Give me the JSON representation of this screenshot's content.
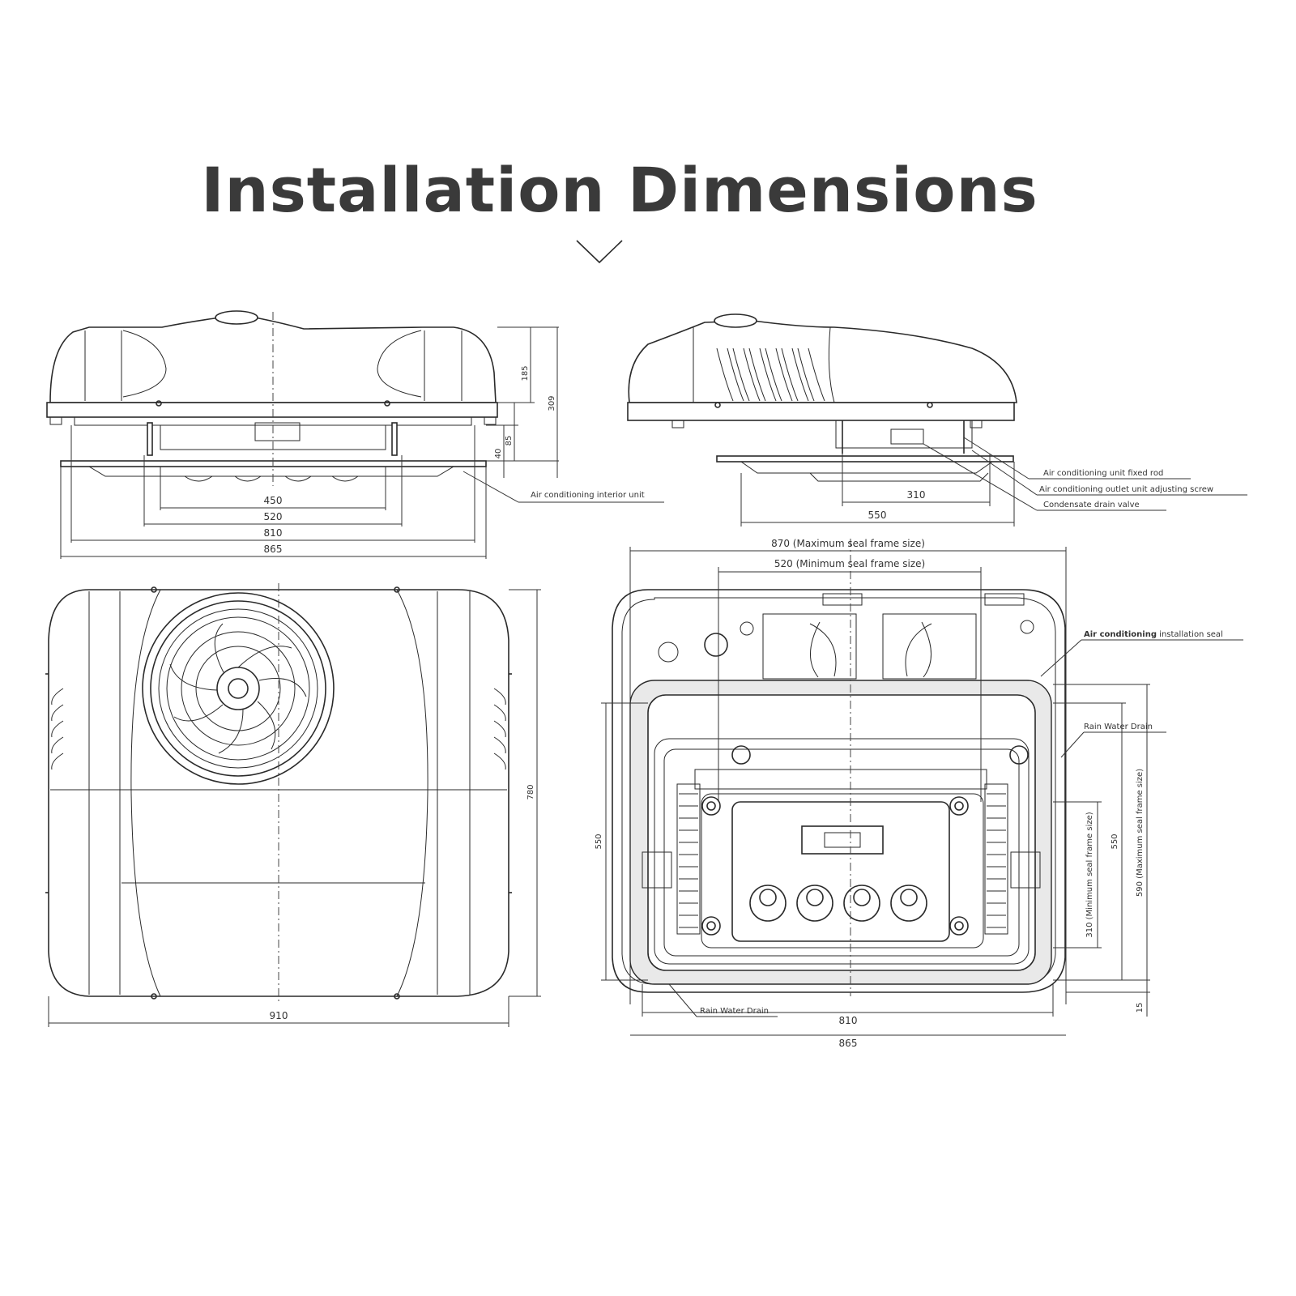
{
  "title": "Installation Dimensions",
  "icons": {
    "scroll_indicator": "chevron-down-icon"
  },
  "front_view": {
    "dims": {
      "w450": "450",
      "w520": "520",
      "w810": "810",
      "w865": "865",
      "h185": "185",
      "h309": "309",
      "h85": "85",
      "h40": "40"
    },
    "callouts": {
      "interior_unit": "Air conditioning interior unit"
    }
  },
  "side_view": {
    "dims": {
      "w310": "310",
      "w550": "550"
    },
    "callouts": {
      "fixed_rod": "Air conditioning unit fixed rod",
      "adjusting_screw": "Air conditioning outlet unit adjusting screw",
      "drain_valve": "Condensate drain valve"
    }
  },
  "top_view": {
    "dims": {
      "w910": "910",
      "h780": "780"
    }
  },
  "bottom_view": {
    "dims": {
      "max_seal_width": "870 (Maximum seal frame size)",
      "min_seal_width": "520 (Minimum seal frame size)",
      "w810": "810",
      "w865": "865",
      "h550_left": "550",
      "h550_right": "550",
      "min_seal_height": "310 (Minimum seal frame size)",
      "max_seal_height": "590 (Maximum seal frame size)",
      "h15": "15"
    },
    "callouts": {
      "installation_seal_bold": "Air conditioning",
      "installation_seal_rest": " installation seal",
      "rain_drain_right": "Rain Water Drain",
      "rain_drain_bottom": "Rain Water Drain"
    }
  }
}
